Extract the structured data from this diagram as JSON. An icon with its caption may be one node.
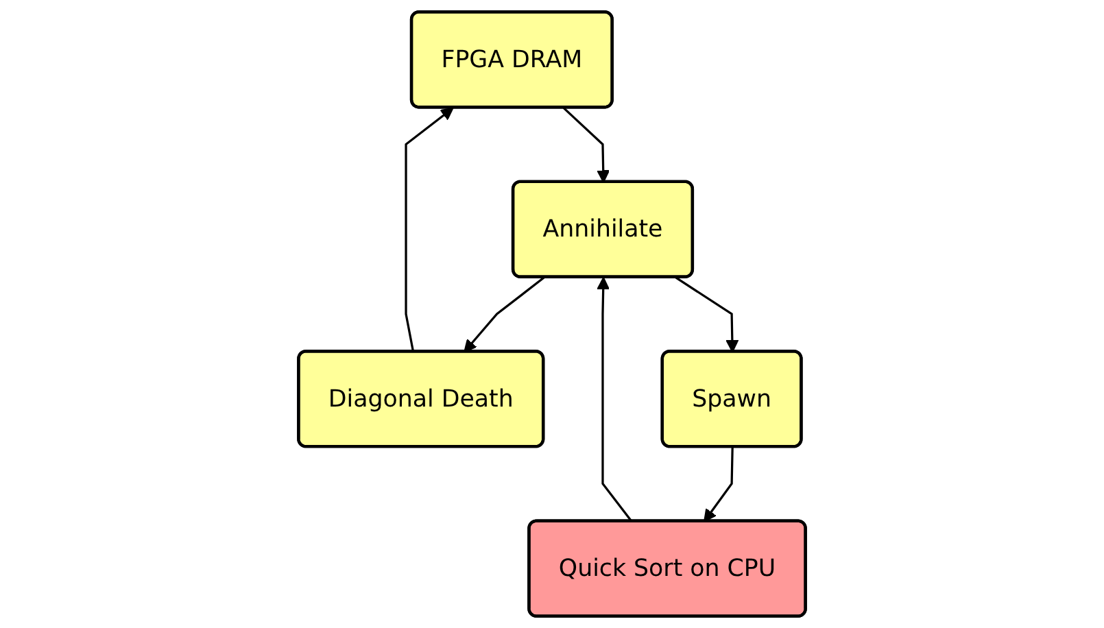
{
  "diagram": {
    "nodes": [
      {
        "text": [
          "FPGA DRAM"
        ]
      },
      {
        "text": [
          "Annihilate"
        ]
      },
      {
        "text": [
          "Diagonal Death"
        ]
      },
      {
        "text": [
          "Spawn"
        ]
      },
      {
        "text": [
          "Quick Sort on CPU"
        ]
      }
    ],
    "edges": [
      {
        "from": 0,
        "to": 1,
        "arrow": "to"
      },
      {
        "from": 1,
        "to": 2,
        "arrow": "to"
      },
      {
        "from": 1,
        "to": 3,
        "arrow": "to"
      },
      {
        "from": 3,
        "to": 4,
        "arrow": "to"
      },
      {
        "from": 4,
        "to": 1,
        "arrow": "to"
      },
      {
        "from": 2,
        "to": 0,
        "arrow": "to"
      }
    ]
  }
}
